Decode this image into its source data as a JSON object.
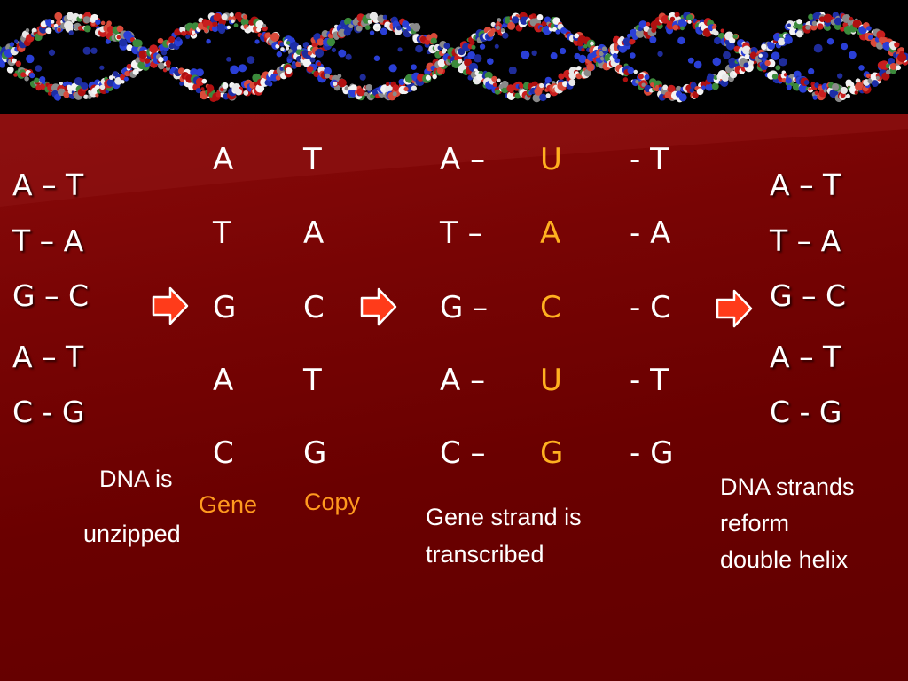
{
  "colors": {
    "background": "#6b0000",
    "text": "#ffffff",
    "rna_base": "#ffb020",
    "label_orange": "#ff9a1f",
    "arrow_fill": "#ff3b1a",
    "arrow_stroke": "#ffffff"
  },
  "banner": {
    "icon": "dna-helix-molecular-model"
  },
  "stage1": {
    "pairs": [
      "A – T",
      "T – A",
      "G – C",
      "A – T",
      "C - G"
    ],
    "caption_line1": "DNA is",
    "caption_line2": "unzipped"
  },
  "stage2": {
    "gene_strand": [
      "A",
      "T",
      "G",
      "A",
      "C"
    ],
    "copy_strand": [
      "T",
      "A",
      "C",
      "T",
      "G"
    ],
    "gene_label": "Gene",
    "copy_label": "Copy"
  },
  "stage3": {
    "gene_side": [
      "A –",
      "T –",
      "G –",
      "A –",
      "C –"
    ],
    "rna": [
      "U",
      "A",
      "C",
      "U",
      "G"
    ],
    "copy_side": [
      "- T",
      "- A",
      "- C",
      "- T",
      "- G"
    ],
    "caption_line1": "Gene strand is",
    "caption_line2": "transcribed"
  },
  "stage4": {
    "pairs": [
      "A – T",
      "T – A",
      "G – C",
      "A – T",
      "C - G"
    ],
    "caption_line1": "DNA strands",
    "caption_line2": "reform",
    "caption_line3": "double helix"
  },
  "arrows": [
    "arrow-right-icon",
    "arrow-right-icon",
    "arrow-right-icon"
  ]
}
